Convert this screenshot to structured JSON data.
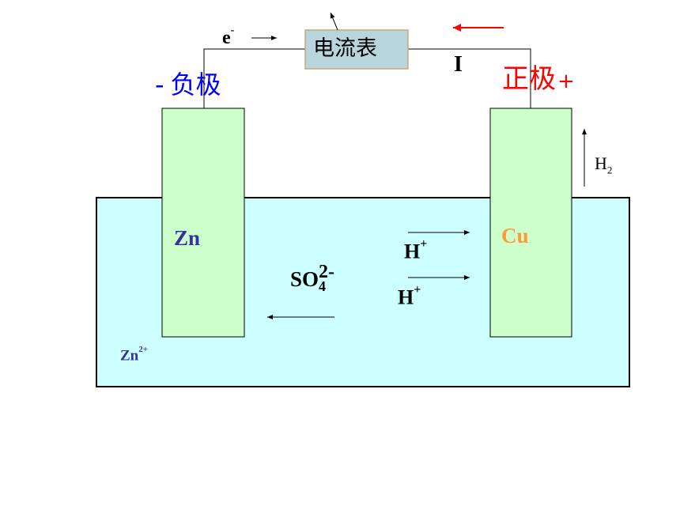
{
  "labels": {
    "meter": "电流表",
    "electron": "e",
    "electron_sup": "-",
    "current": "I",
    "negative_sign": "-",
    "negative_electrode": "负极",
    "positive_electrode": "正极",
    "positive_sign": "+",
    "zinc": "Zn",
    "copper": "Cu",
    "hydrogen": "H",
    "hydrogen_sub": "2",
    "proton_1": "H",
    "proton_1_sup": "+",
    "proton_2": "H",
    "proton_2_sup": "+",
    "sulfate": "SO",
    "sulfate_sup": "2-",
    "sulfate_sub": "4",
    "zinc_ion": "Zn",
    "zinc_ion_sup": "2+"
  },
  "colors": {
    "solution": "#ccffff",
    "electrode": "#ccffcc",
    "meter_box": "#b8d4dc",
    "negative": "#0000ff",
    "positive": "#ff0000",
    "zinc": "#333399",
    "copper": "#ff9933",
    "current_arrow": "#ff0000"
  }
}
